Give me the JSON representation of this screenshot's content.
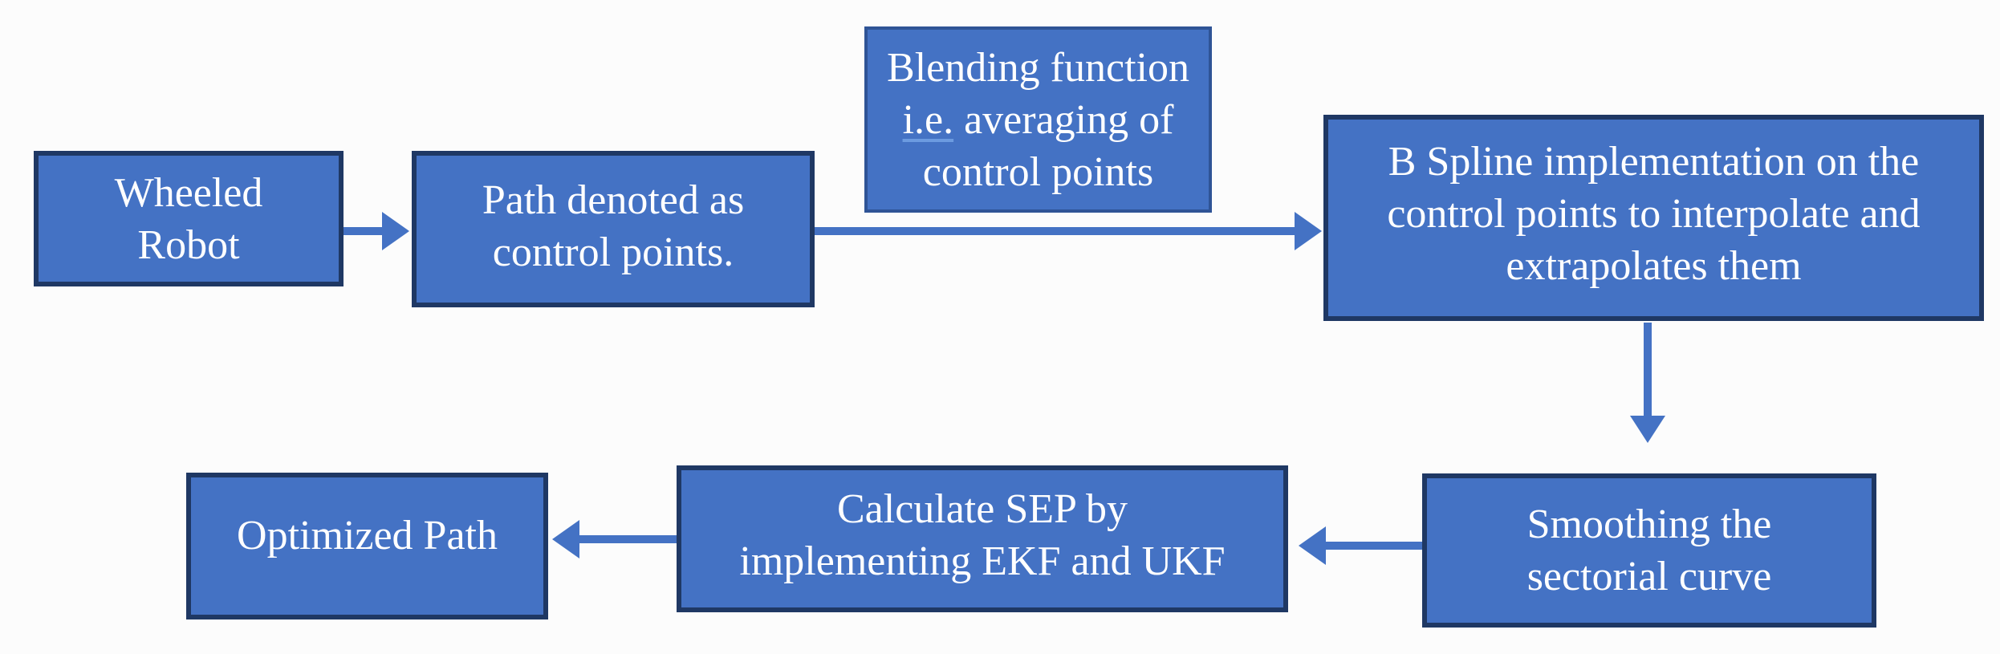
{
  "title": "Wheeled robot path optimization flowchart",
  "colors": {
    "box-fill": "#4472C4",
    "box-border": "#1F3864",
    "label-border": "#2F5496",
    "arrow": "#4472C4",
    "text": "#FFFFFF",
    "ie-underline": "#6C9BE0",
    "page-bg": "#FCFCFC"
  },
  "nodes": [
    {
      "id": "wheeled-robot",
      "lines": [
        "Wheeled",
        "Robot"
      ]
    },
    {
      "id": "path-control-points",
      "lines": [
        "Path denoted as",
        "control points."
      ]
    },
    {
      "id": "blending-function",
      "line1": "Blending function",
      "line2_underlined": "i.e.",
      "line2_rest": " averaging of",
      "line3": "control points"
    },
    {
      "id": "b-spline",
      "lines": [
        "B Spline implementation on the",
        "control points to interpolate and",
        "extrapolates them"
      ]
    },
    {
      "id": "smoothing",
      "lines": [
        "Smoothing the",
        "sectorial curve"
      ]
    },
    {
      "id": "calculate-sep",
      "lines": [
        "Calculate SEP by",
        "implementing EKF and UKF"
      ]
    },
    {
      "id": "optimized-path",
      "lines": [
        "Optimized Path"
      ]
    }
  ],
  "edges": [
    {
      "from": "wheeled-robot",
      "to": "path-control-points",
      "direction": "right"
    },
    {
      "from": "path-control-points",
      "to": "b-spline",
      "direction": "right",
      "label_box_above": "blending-function"
    },
    {
      "from": "b-spline",
      "to": "smoothing",
      "direction": "down"
    },
    {
      "from": "smoothing",
      "to": "calculate-sep",
      "direction": "left"
    },
    {
      "from": "calculate-sep",
      "to": "optimized-path",
      "direction": "left"
    }
  ]
}
